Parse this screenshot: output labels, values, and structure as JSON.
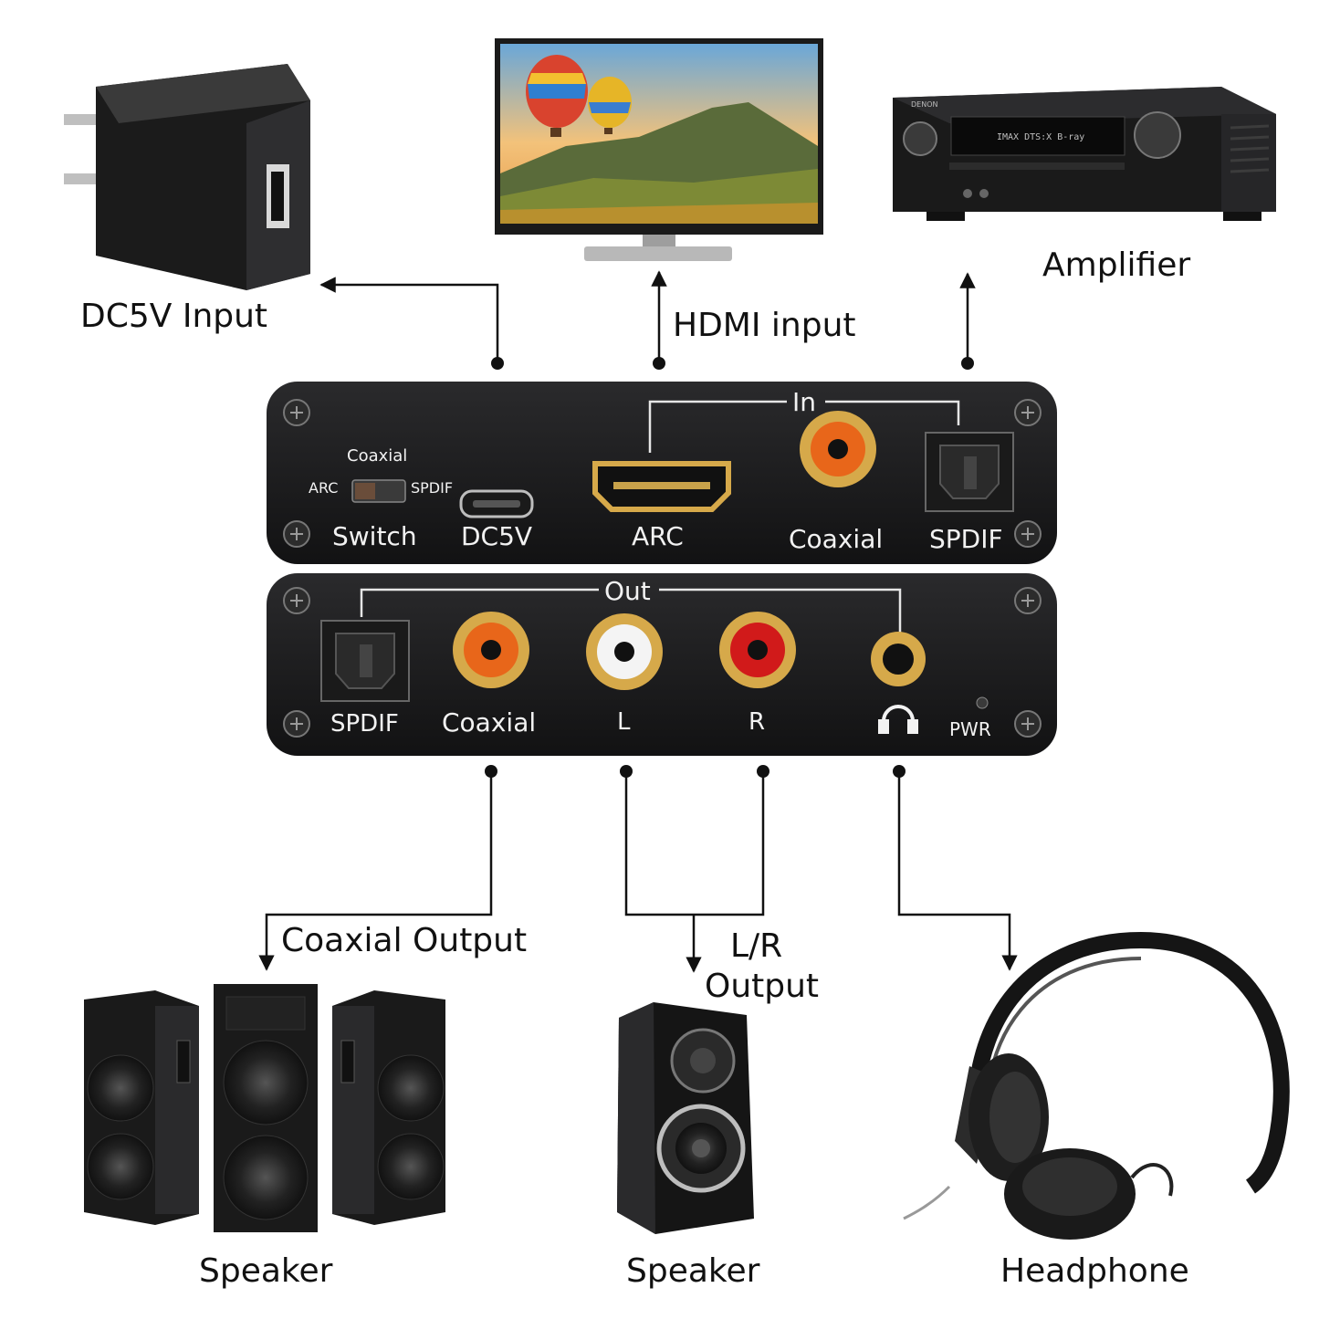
{
  "labels": {
    "dc5v_input": "DC5V Input",
    "hdmi_input": "HDMI input",
    "amplifier": "Amplifier",
    "coaxial_output": "Coaxial Output",
    "lr_output_line1": "L/R",
    "lr_output_line2": "Output",
    "speaker_left": "Speaker",
    "speaker_center": "Speaker",
    "headphone": "Headphone"
  },
  "in_panel": {
    "group_label": "In",
    "switch_top": "Coaxial",
    "switch_left": "ARC",
    "switch_right": "SPDIF",
    "switch": "Switch",
    "dc5v": "DC5V",
    "arc": "ARC",
    "coaxial": "Coaxial",
    "spdif": "SPDIF"
  },
  "out_panel": {
    "group_label": "Out",
    "spdif": "SPDIF",
    "coaxial": "Coaxial",
    "l": "L",
    "r": "R",
    "pwr": "PWR"
  },
  "devices": {
    "amplifier_brand": "DENON",
    "amplifier_display": "IMAX DTS:X B-ray"
  },
  "colors": {
    "panel": "#1c1c1e",
    "coaxial_ring": "#e8661a",
    "right_ring": "#d11a1a",
    "left_ring": "#f4f4f4",
    "gold": "#d6a94a"
  }
}
